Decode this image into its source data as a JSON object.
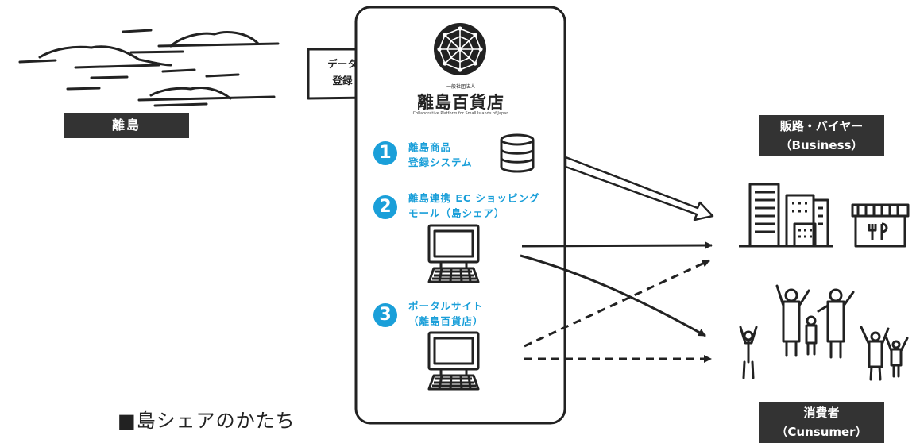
{
  "island_label": "離島",
  "data_arrow": {
    "line1": "データ",
    "line2": "登録"
  },
  "logo": {
    "small_text": "一般社団法人",
    "main_text": "離島百貨店",
    "sub_text": "Collaborative Platform for Small Islands of Japan"
  },
  "steps": [
    {
      "number": "1",
      "line1": "離島商品",
      "line2": "登録システム"
    },
    {
      "number": "2",
      "line1": "離島連携 EC ショッピング",
      "line2": "モール（島シェア）"
    },
    {
      "number": "3",
      "line1": "ポータルサイト",
      "line2": "（離島百貨店）"
    }
  ],
  "business": {
    "line1": "販路・バイヤー",
    "line2": "（Business）"
  },
  "consumer": {
    "line1": "消費者",
    "line2": "（Cunsumer）"
  },
  "heading": "■島シェアのかたち",
  "colors": {
    "accent": "#1a9fd9",
    "label_bg": "#333333",
    "ink": "#222222"
  }
}
